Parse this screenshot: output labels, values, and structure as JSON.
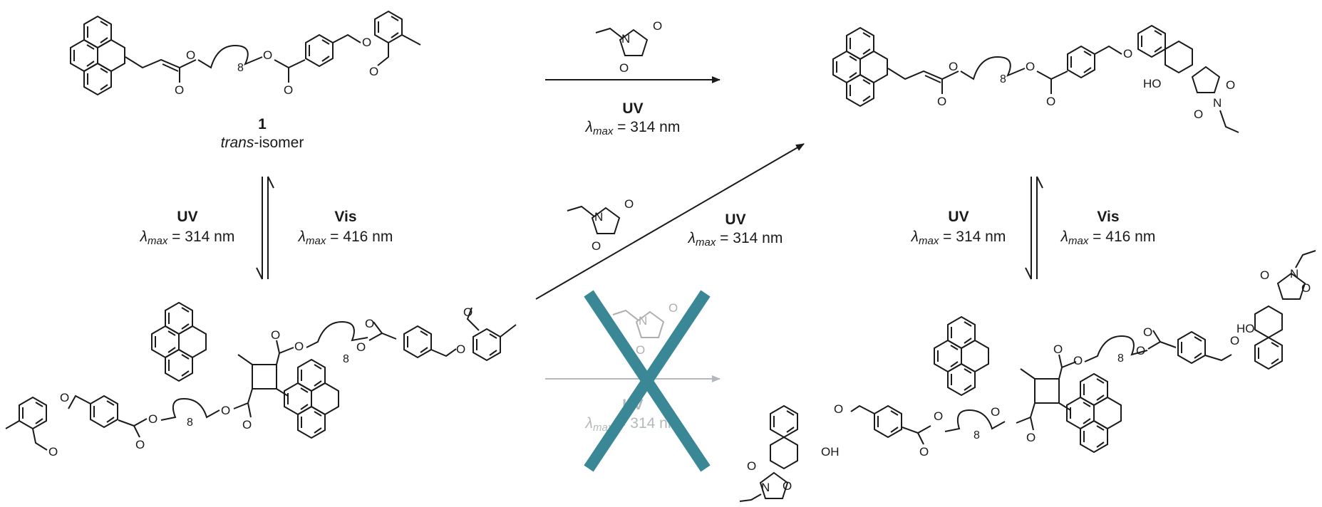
{
  "compound": {
    "number": "1",
    "isomer_italic": "trans",
    "isomer_rest": "-isomer"
  },
  "conditions": {
    "uv_label": "UV",
    "vis_label": "Vis",
    "lambda_symbol": "λ",
    "lambda_sub": "max",
    "uv_value": " = 314 nm",
    "vis_value": " = 416 nm"
  },
  "substituent_labels": {
    "oxygen": "O",
    "nitrogen": "N",
    "hydroxyl": "HO",
    "hydroxyl_right": "OH",
    "chain_repeat": "8"
  },
  "colors": {
    "ink": "#1a1a1a",
    "blocked_arrow": "#b3b9bb",
    "cross": "#3a8796"
  },
  "reactions": [
    {
      "from": "trans-isomer 1",
      "to": "maleimide photoadduct",
      "status": "allowed"
    },
    {
      "from": "trans-isomer 1",
      "to": "cyclobutane dimer",
      "status": "reversible"
    },
    {
      "from": "cyclobutane dimer",
      "to": "maleimide photoadduct",
      "status": "allowed"
    },
    {
      "from": "photoadduct",
      "to": "photoadduct dimer",
      "status": "reversible"
    },
    {
      "from": "cyclobutane dimer",
      "to": "dimer adduct",
      "status": "blocked"
    }
  ]
}
